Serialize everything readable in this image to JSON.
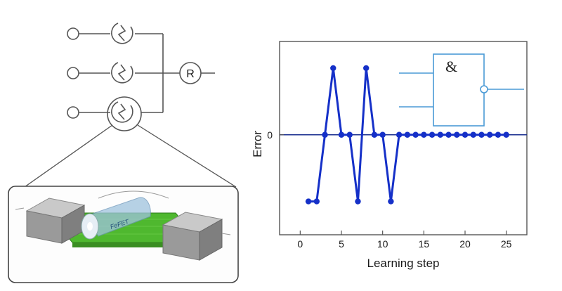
{
  "circuit": {
    "resistor_label": "R",
    "inset_text": "FeFET"
  },
  "gate": {
    "symbol": "&"
  },
  "chart_data": {
    "type": "line",
    "xlabel": "Learning step",
    "ylabel": "Error",
    "xlim": [
      -2.5,
      27.5
    ],
    "ylim": [
      -1.5,
      1.4
    ],
    "xticks": [
      0,
      5,
      10,
      15,
      20,
      25
    ],
    "yticks": [
      0
    ],
    "zero_line": true,
    "series": [
      {
        "color": "#1530c8",
        "x": [
          1,
          2,
          3,
          4,
          5,
          6,
          7,
          8,
          9,
          10,
          11,
          12,
          13,
          14,
          15,
          16,
          17,
          18,
          19,
          20,
          21,
          22,
          23,
          24,
          25
        ],
        "y": [
          -1,
          -1,
          0,
          1,
          0,
          0,
          -1,
          1,
          0,
          0,
          -1,
          0,
          0,
          0,
          0,
          0,
          0,
          0,
          0,
          0,
          0,
          0,
          0,
          0,
          0
        ]
      }
    ]
  },
  "colors": {
    "circuit_line": "#555555",
    "data": "#1530c8",
    "axis": "#555555",
    "gate_line": "#4a9ad6",
    "device_green": "#4fb82f"
  }
}
